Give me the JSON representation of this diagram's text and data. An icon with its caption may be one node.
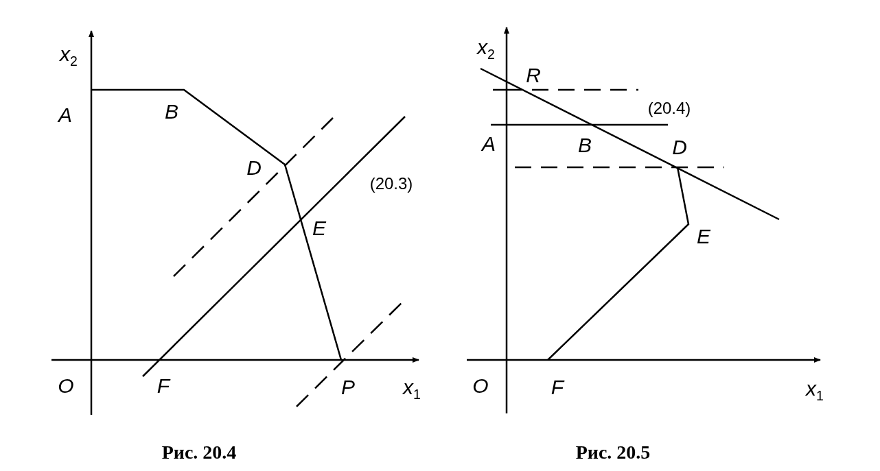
{
  "diagram": {
    "labels": [
      "x$_{2}$",
      "A",
      "B",
      "D",
      "(20.3)",
      "E",
      "O",
      "F",
      "P",
      "x$_{1}$",
      "Рис. 20.4",
      "x$_{2}$",
      "R",
      "(20.4)",
      "A",
      "B",
      "D",
      "E",
      "O",
      "F",
      "x$_{1}$",
      "Рис. 20.5"
    ]
  }
}
